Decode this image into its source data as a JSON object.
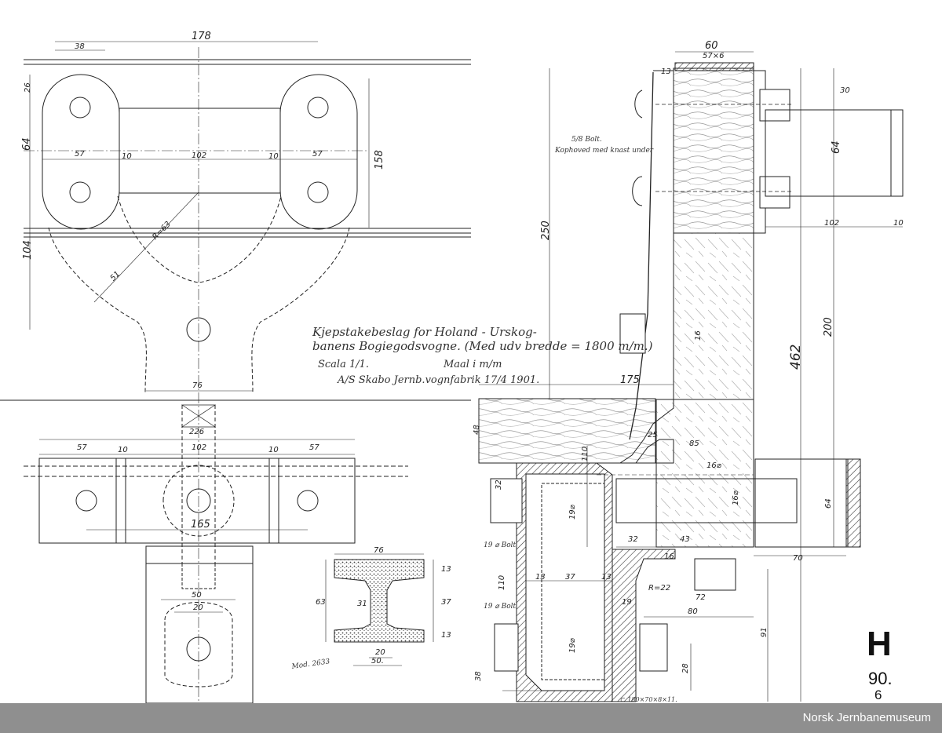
{
  "title": {
    "line1": "Kjepstakebeslag for Holand - Urskog-",
    "line2": "banens Bogiegodsvogne. (Med udv bredde = 1800 m/m.)",
    "scale": "Scala 1/1.",
    "unit": "Maal i m/m",
    "maker": "A/S Skabo Jernb.vognfabrik 17/4 1901."
  },
  "notes": {
    "bolt_top": "5/8 Bolt.",
    "bolt_top_desc": "Kophoved med knast under",
    "bolt_19a": "19 ⌀ Bolt",
    "bolt_19b": "19 ⌀ Bolt",
    "profile": "⊏ 180×70×8×11.",
    "mod": "Mod. 2633"
  },
  "stamp": {
    "letter": "H",
    "number": "90.",
    "sub": "6"
  },
  "credit": "Norsk Jernbanemuseum",
  "dims": {
    "d178": "178",
    "d38": "38",
    "d26": "26",
    "d64a": "64",
    "d57a": "57",
    "d10a": "10",
    "d102a": "102",
    "d10b": "10",
    "d57b": "57",
    "d158": "158",
    "d104": "104",
    "dR63": "R=63",
    "d51": "51",
    "d76a": "76",
    "d226": "226",
    "d57c": "57",
    "d10c": "10",
    "d102b": "102",
    "d10d": "10",
    "d57d": "57",
    "d165": "165",
    "d50a": "50",
    "d20a": "20",
    "d76b": "76",
    "d13a": "13",
    "d37a": "37",
    "d13b": "13",
    "d63": "63",
    "d31": "31",
    "d20b": "20",
    "d50b": "50.",
    "d60": "60",
    "d57x6": "57×6",
    "d13c": "13",
    "d30": "30",
    "d64b": "64",
    "d102c": "102",
    "d10e": "10",
    "d250": "250",
    "d200": "200",
    "d462": "462",
    "d175": "175",
    "d16a": "16",
    "d48": "48",
    "d25": "25",
    "d85": "85",
    "d110a": "110",
    "d16b": "16⌀",
    "d16c": "16⌀",
    "d64c": "64",
    "d32a": "32",
    "d19a": "19⌀",
    "d32b": "32",
    "d43": "43",
    "d16d": "16",
    "d70": "70",
    "d110b": "110",
    "d13d": "13",
    "d37b": "37",
    "d13e": "13",
    "dR22": "R=22",
    "d72": "72",
    "d19b": "19",
    "d80": "80",
    "d91": "91",
    "d19c": "19⌀",
    "d28": "28",
    "d38b": "38"
  }
}
